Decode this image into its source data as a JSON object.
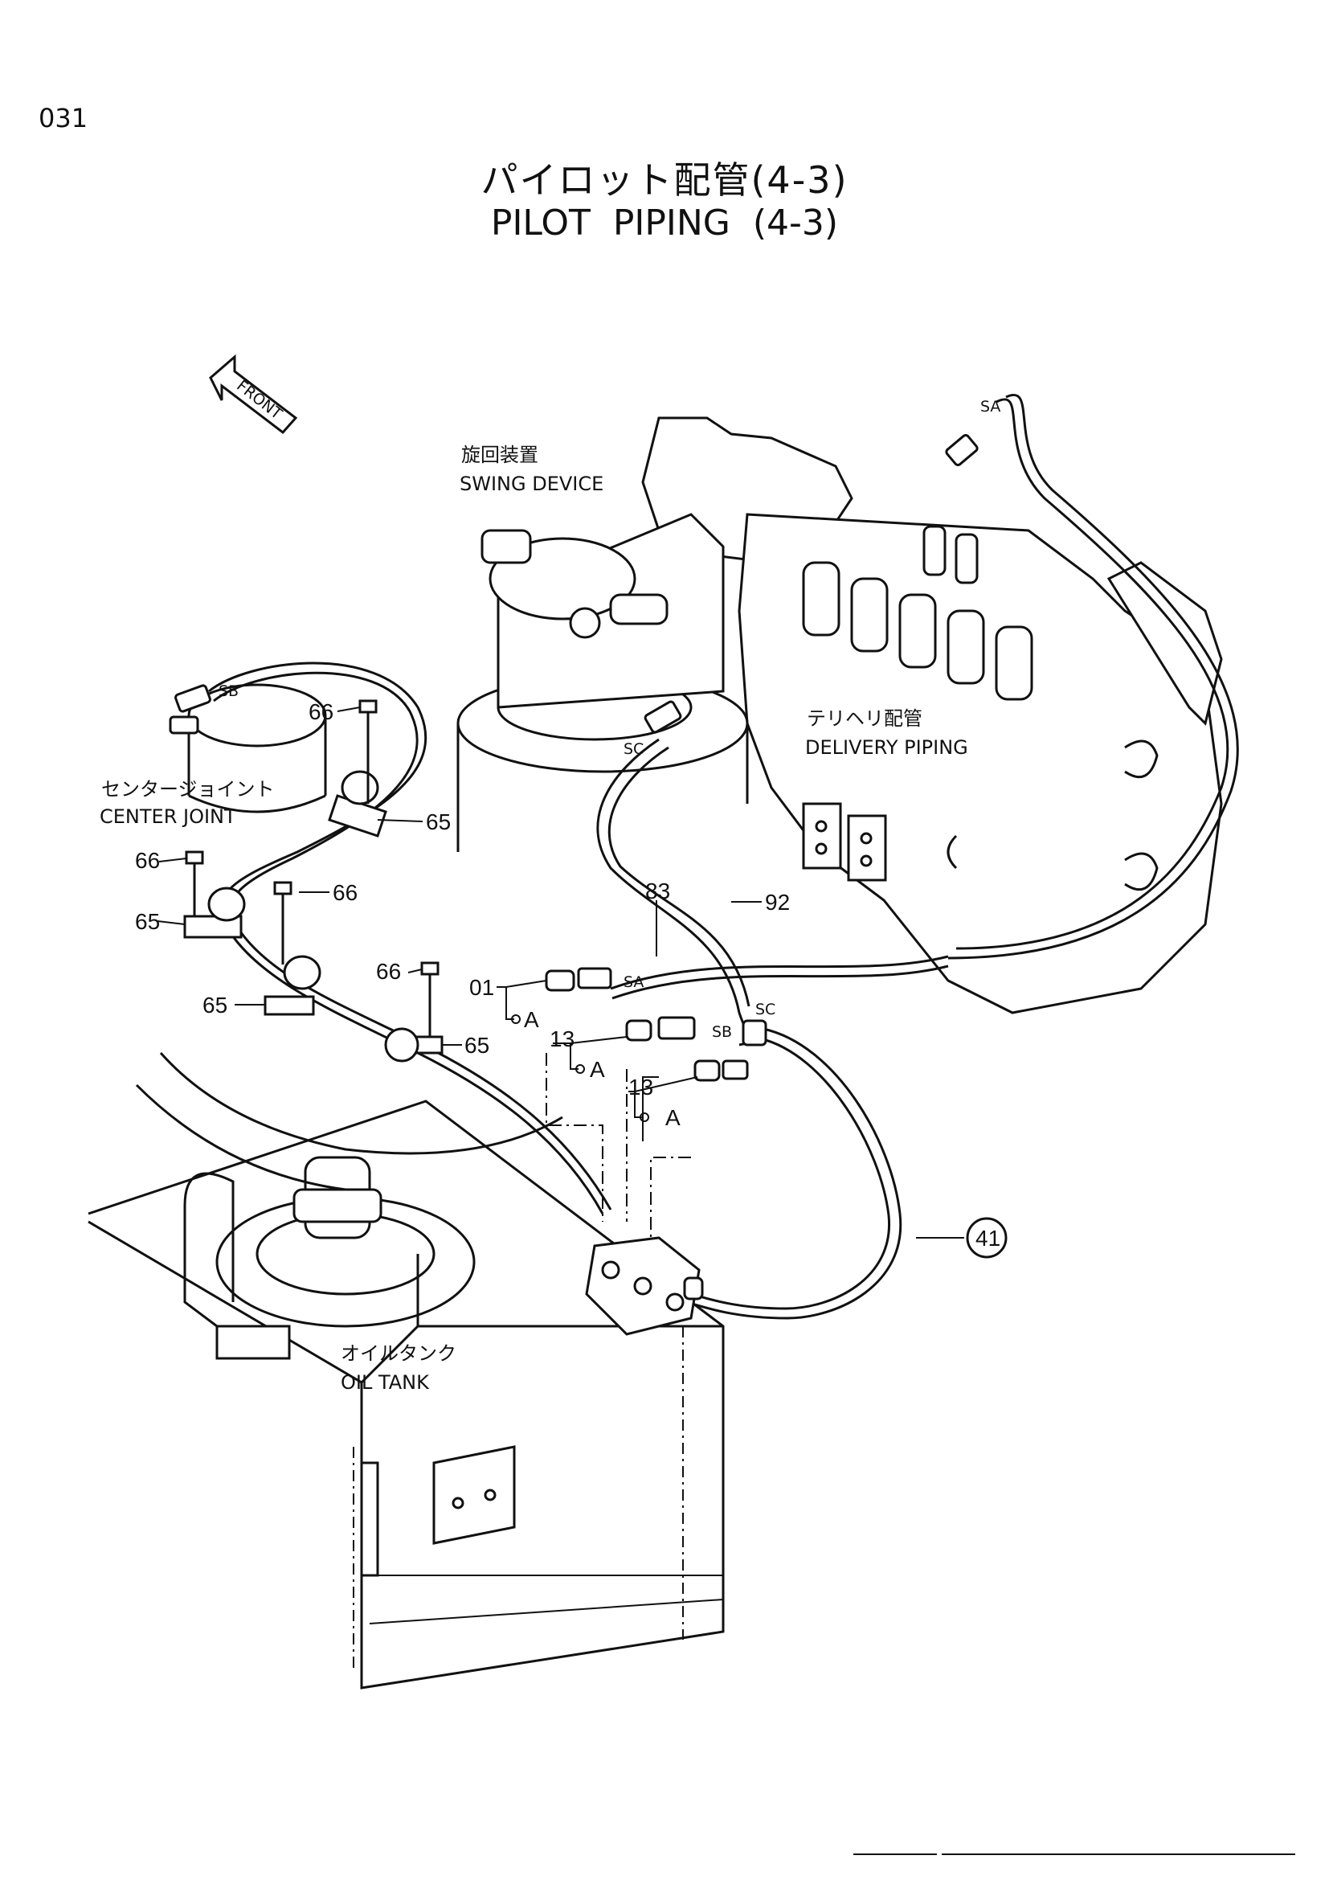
{
  "page": {
    "number": "031",
    "title_jp": "パイロット配管(4-3)",
    "title_en": "PILOT   PIPING (4-3)"
  },
  "direction": {
    "front": "FRONT"
  },
  "components": {
    "swing_device": {
      "jp": "旋回装置",
      "en": "SWING DEVICE"
    },
    "delivery_piping": {
      "jp": "テリヘリ配管",
      "en": "DELIVERY PIPING"
    },
    "center_joint": {
      "jp": "センタージョイント",
      "en": "CENTER JOINT"
    },
    "oil_tank": {
      "jp": "オイルタンク",
      "en": "OIL TANK"
    }
  },
  "ports": {
    "sa": "SA",
    "sb": "SB",
    "sc": "SC"
  },
  "callouts": {
    "c66": "66",
    "c65": "65",
    "c01": "01",
    "c13": "13",
    "c83": "83",
    "c92": "92",
    "c41": "41",
    "detail_a": "A"
  },
  "colors": {
    "ink": "#111111",
    "paper": "#ffffff"
  }
}
